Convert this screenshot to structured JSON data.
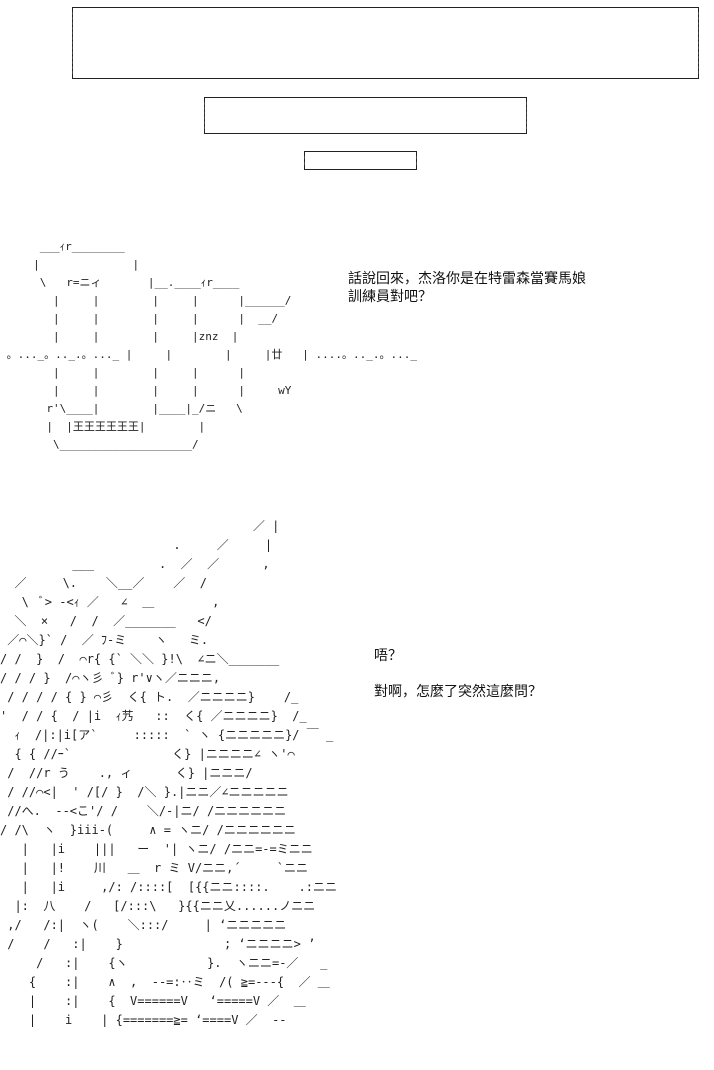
{
  "title_box_1": "",
  "title_box_2": "",
  "title_box_3": "",
  "scene1": {
    "dialogue": "話說回來，杰洛你是在特雷森當賽馬娘\n訓練員對吧？",
    "art": "      ___ｨr________\n     |              |\n      \\   r=ニィ       |__.____ｨr____\n        |     |        |     |      |______/\n        |     |        |     |      |  __/\n        |     |        |     |znz  |\n 。..._。.._.。..._ |     |        |     |廿   | ....。.._.。..._\n        |     |        |     |      |\n        |     |        |     |      |     wY\n       r'\\____|        |____|_/ニ   \\\n       |  |王王王王王王|        |\n        \\____________________/"
  },
  "scene2": {
    "dialogue_1": "唔？",
    "dialogue_2": "對啊，怎麼了突然這麼問？",
    "art": "                                   ／ |\n                        .     ／     |\n          ___         .  ／  ／      ,\n  ／     \\.    ＼__／    ／  /\n   \\  ﾞ> -<ｨ ／   ∠  ＿        ,\n  ＼  ×   /  /  ／_______   </\n ／⌒＼}` /  ／ ﾌ-ミ    ヽ   ミ.\n/ /  }  /  ⌒r{ {` ＼＼ }!\\  ∠ニ＼_______\n/ / / }  /⌒ヽ彡 ﾞ} r'∨ヽ／ニニニ,\n / / / / { } ⌒彡  く{ ト.  ／ニニニニ}    /_\n'  / / {  / |i  ｨ艿   ::  く{ ／ニニニニ}  /_\n  ｨ  /|:|i[ア`     :::::  ` ヽ {ニニニニニ}/ ￣ _\n  { { //ｰ`              く} |ニニニニ∠ ヽ'⌒\n /  //r う    ., ィ      く} |ニニニ/\n / //⌒<|  ' /[/ }  /＼ }.|ニニ／∠ニニニニニ\n //へ.  --<こ'/ /    ＼/-|ニ/ /ニニニニニニ\n/ /\\  ヽ  }iii-(     ∧ = ヽニ/ /ニニニニニニ\n   |   |i    |||   ー  '| ヽニ/ /ニニ=-=ミニニ\n   |   |!    川   ＿  r ミ V/ニニ,´     `ニニ\n   |   |i     ,/: /::::[  [{{ニニ::::.    .:ニニ\n  |:  八    /   [/:::\\   }{{ニニ乂......ノニニ\n ,/   /:|  ヽ(    ＼:::/     | ‘ニニニニニ\n /    /   :|    }              ; ‘ニニニニ> ’\n     /   :|    {ヽ           }.  ヽニニ=-／   _\n    {    :|    ∧  ,  --=:‥ミ  /( ≧=---{  ／ ＿\n    |    :|    {  V======V   ‘=====V ／  ＿\n    |    i    | {=======≧= ‘====V ／  --"
  }
}
